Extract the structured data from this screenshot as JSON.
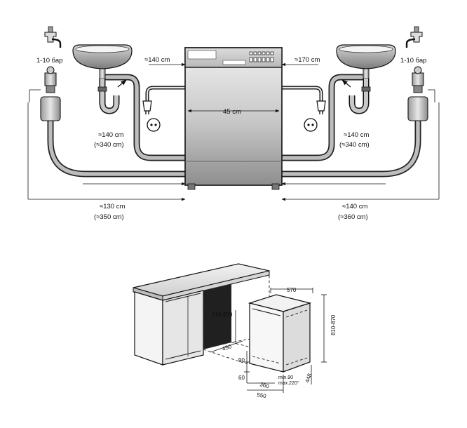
{
  "top_diagram": {
    "pressure_left": "1-10 бар",
    "pressure_right": "1-10 бар",
    "cable_left": "≈140 cm",
    "cable_right": "≈170 cm",
    "width": "45 cm",
    "drain_left_a": "≈140 cm",
    "drain_left_b": "(≈340 cm)",
    "drain_right_a": "≈140 cm",
    "drain_right_b": "(≈340 cm)",
    "inlet_left_a": "≈130 cm",
    "inlet_left_b": "(≈350 cm)",
    "inlet_right_a": "≈140 cm",
    "inlet_right_b": "(≈360 cm)"
  },
  "bottom_diagram": {
    "depth_570": "570",
    "height_810_870_niche": "810-870",
    "height_810_870_side": "810-870",
    "width_450": "450",
    "dim_90": "90",
    "dim_60": "60",
    "dim_360": "360",
    "dim_550": "550",
    "dim_448": "448",
    "min_90": "min.90",
    "max_220": "max.220°"
  },
  "colors": {
    "line": "#111111",
    "appliance_light": "#e4e4e4",
    "appliance_mid": "#a9a9a9",
    "hose_inner": "#bdbdbd"
  }
}
